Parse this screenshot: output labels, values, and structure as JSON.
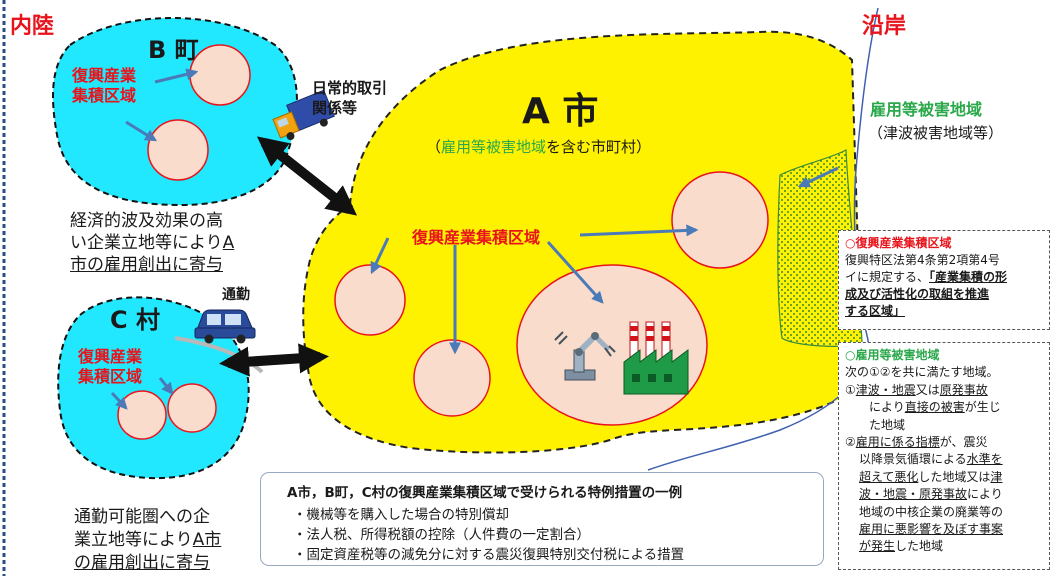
{
  "regions": {
    "inland": "内陸",
    "coast": "沿岸"
  },
  "town_b": {
    "name": "B 町",
    "zone_label_1": "復興産業",
    "zone_label_2": "集積区域",
    "effect_line_1": "経済的波及効果の高",
    "effect_line_2": "い企業立地等により",
    "effect_line_2_ul": "A",
    "effect_line_3_ul": "市の雇用創出に寄与"
  },
  "village_c": {
    "name": "C 村",
    "zone_label_1": "復興産業",
    "zone_label_2": "集積区域",
    "effect_line_1": "通勤可能圏への企",
    "effect_line_2": "業立地等により",
    "effect_line_2_ul": "A市",
    "effect_line_3_ul": "の雇用創出に寄与"
  },
  "links": {
    "trade_line_1": "日常的取引",
    "trade_line_2": "関係等",
    "commute": "通勤"
  },
  "city_a": {
    "name": "A 市",
    "subtitle_open": "（",
    "subtitle_green": "雇用等被害地域",
    "subtitle_rest": "を含む市町村）",
    "zone_label": "復興産業集積区域"
  },
  "damage_area": {
    "title": "雇用等被害地域",
    "subtitle": "（津波被害地域等）"
  },
  "note_zone": {
    "heading": "○復興産業集積区域",
    "line_1": "復興特区法第4条第2項第4号",
    "line_2_plain": "イに規定する、",
    "line_2_bold": "「産業集積の形",
    "line_3_bold": "成及び活性化の取組を推進",
    "line_4_bold": "する区域」"
  },
  "note_damage": {
    "heading": "○雇用等被害地域",
    "intro": "次の①②を共に満たす地域。",
    "c1_line_1_prefix": "①",
    "c1_line_1_ul": "津波・地震",
    "c1_line_1_mid": "又は",
    "c1_line_1_ul2": "原発事故",
    "c1_line_2_prefix": "により",
    "c1_line_2_ul": "直接の被害",
    "c1_line_2_suffix": "が生じ",
    "c1_line_3": "た地域",
    "c2_line_1_prefix": "②",
    "c2_line_1_ul": "雇用に係る指標",
    "c2_line_1_suffix": "が、震災",
    "c2_line_2_prefix": "以降景気循環による",
    "c2_line_2_ul": "水準を",
    "c2_line_3_ul": "超えて悪化",
    "c2_line_3_suffix": "した地域又は",
    "c2_line_3_ul2": "津",
    "c2_line_4_ul": "波・地震・原発事故",
    "c2_line_4_suffix": "により",
    "c2_line_5": "地域の中核企業の廃業等の",
    "c2_line_6_ul": "雇用に悪影響を及ぼす事案",
    "c2_line_7_ul": "が発生",
    "c2_line_7_suffix": "した地域"
  },
  "example": {
    "title": "A市，B町，C村の復興産業集積区域で受けられる特例措置の一例",
    "items": [
      "・機械等を購入した場合の特別償却",
      "・法人税、所得税額の控除（人件費の一定割合）",
      "・固定資産税等の減免分に対する震災復興特別交付税による措置"
    ]
  },
  "colors": {
    "city_fill": "#fff200",
    "satellite_fill": "#22e8ff",
    "zone_fill": "#f9dccb",
    "zone_stroke": "#e8141c",
    "arrow_blue": "#4a7ab8",
    "coastline": "#4060b0",
    "damage_dots": "#3a8a3a",
    "red_text": "#e8141c",
    "green_text": "#2aa84a"
  },
  "icons": [
    "truck-icon",
    "car-icon",
    "robot-arm-icon",
    "factory-icon"
  ]
}
